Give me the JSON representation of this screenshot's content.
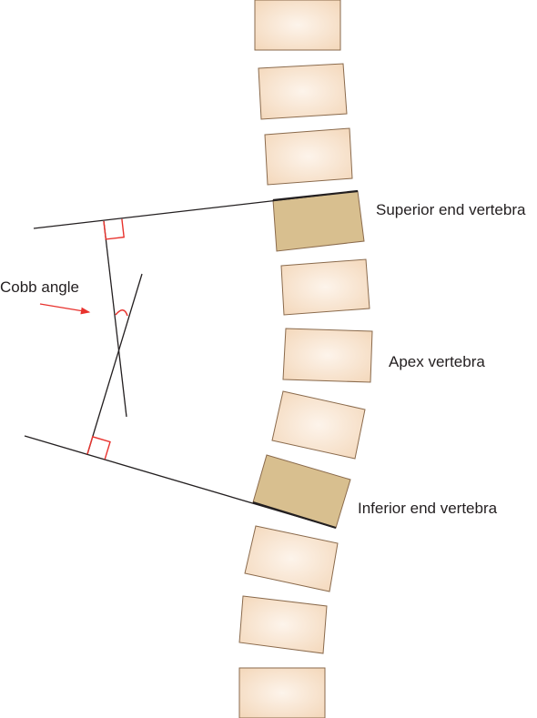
{
  "labels": {
    "superior_end_vertebra": "Superior end vertebra",
    "apex_vertebra": "Apex vertebra",
    "inferior_end_vertebra": "Inferior end vertebra",
    "cobb_angle": "Cobb angle"
  },
  "colors": {
    "vertebra_fill": "#f7dfc7",
    "vertebra_highlight": "#fdf4eb",
    "end_vertebra_fill": "#d8bf8f",
    "outline": "#8a6a4c",
    "line": "#231f20",
    "accent": "#e8322d"
  }
}
